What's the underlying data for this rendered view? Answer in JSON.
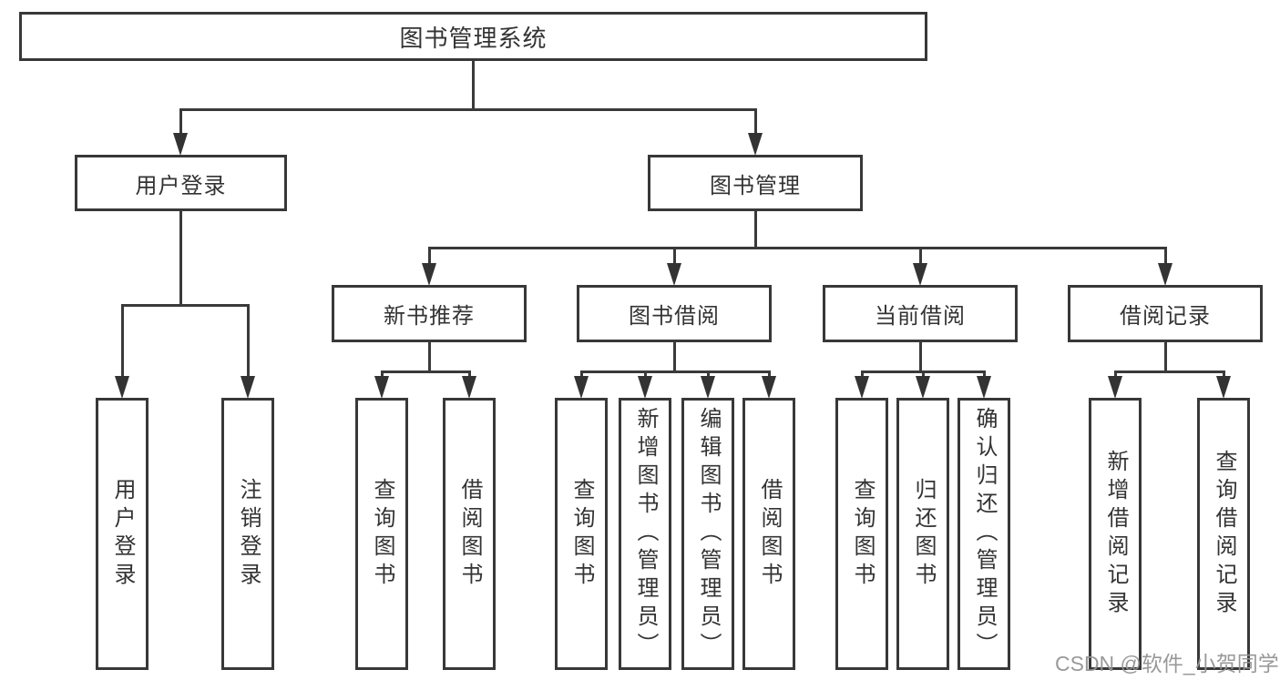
{
  "diagram_type": "hierarchy-flowchart",
  "tree": {
    "label": "图书管理系统",
    "children": [
      {
        "label": "用户登录",
        "children": [
          {
            "label": "用户登录"
          },
          {
            "label": "注销登录"
          }
        ]
      },
      {
        "label": "图书管理",
        "children": [
          {
            "label": "新书推荐",
            "children": [
              {
                "label": "查询图书"
              },
              {
                "label": "借阅图书"
              }
            ]
          },
          {
            "label": "图书借阅",
            "children": [
              {
                "label": "查询图书"
              },
              {
                "label": "新增图书（管理员）"
              },
              {
                "label": "编辑图书（管理员）"
              },
              {
                "label": "借阅图书"
              }
            ]
          },
          {
            "label": "当前借阅",
            "children": [
              {
                "label": "查询图书"
              },
              {
                "label": "归还图书"
              },
              {
                "label": "确认归还（管理员）"
              }
            ]
          },
          {
            "label": "借阅记录",
            "children": [
              {
                "label": "新增借阅记录"
              },
              {
                "label": "查询借阅记录"
              }
            ]
          }
        ]
      }
    ]
  },
  "watermark": "CSDN @软件_小贺同学",
  "colors": {
    "line": "#3a3a3a",
    "border": "#383838",
    "text": "#333333",
    "background": "#ffffff",
    "watermark": "#949494"
  }
}
